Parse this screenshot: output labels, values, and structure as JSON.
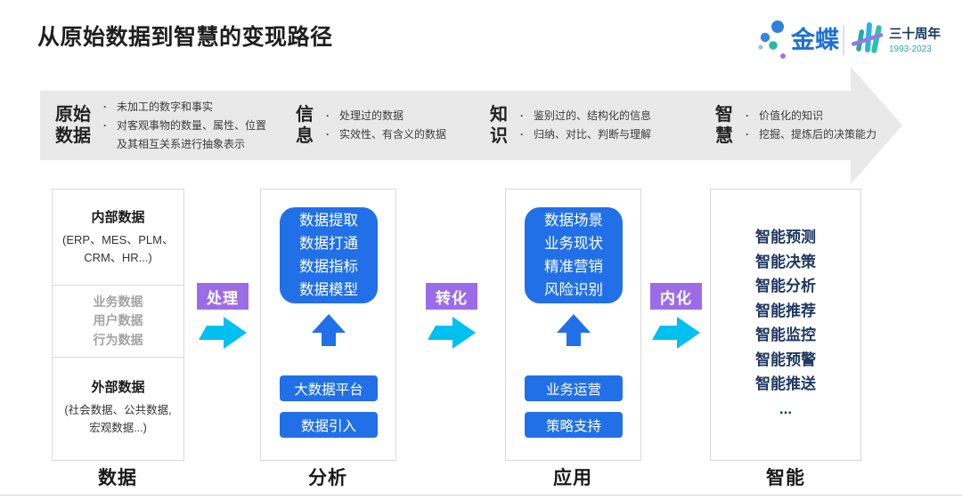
{
  "title": "从原始数据到智慧的变现路径",
  "logo": {
    "brand": "金蝶",
    "anniversary": "三十周年",
    "years": "1993-2023"
  },
  "banner": {
    "stages": [
      {
        "line1": "原始",
        "line2": "数据",
        "bullets": [
          "未加工的数字和事实",
          "对客观事物的数量、属性、位置及其相互关系进行抽象表示"
        ]
      },
      {
        "line1": "信",
        "line2": "息",
        "bullets": [
          "处理过的数据",
          "实效性、有含义的数据"
        ]
      },
      {
        "line1": "知",
        "line2": "识",
        "bullets": [
          "鉴别过的、结构化的信息",
          "归纳、对比、判断与理解"
        ]
      },
      {
        "line1": "智",
        "line2": "慧",
        "bullets": [
          "价值化的知识",
          "挖掘、提炼后的决策能力"
        ]
      }
    ]
  },
  "columns": {
    "data": {
      "label": "数据",
      "internal_heading": "内部数据",
      "internal_line1": "(ERP、MES、PLM、",
      "internal_line2": "CRM、HR...)",
      "middle_items": [
        "业务数据",
        "用户数据",
        "行为数据"
      ],
      "external_heading": "外部数据",
      "external_line1": "(社会数据、公共数据,",
      "external_line2": "宏观数据...)"
    },
    "analysis": {
      "label": "分析",
      "card_lines": [
        "数据提取",
        "数据打通",
        "数据指标",
        "数据模型"
      ],
      "buttons": [
        "大数据平台",
        "数据引入"
      ]
    },
    "application": {
      "label": "应用",
      "card_lines": [
        "数据场景",
        "业务现状",
        "精准营销",
        "风险识别"
      ],
      "buttons": [
        "业务运营",
        "策略支持"
      ]
    },
    "intelligence": {
      "label": "智能",
      "items": [
        "智能预测",
        "智能决策",
        "智能分析",
        "智能推荐",
        "智能监控",
        "智能预警",
        "智能推送",
        "..."
      ]
    }
  },
  "connectors": {
    "labels": [
      "处理",
      "转化",
      "内化"
    ]
  },
  "colors": {
    "blue": "#2170e8",
    "purple": "#9c6ce8",
    "cyan": "#00c0f0",
    "navy": "#1f3864",
    "banner_gray": "#e9e9e9"
  }
}
